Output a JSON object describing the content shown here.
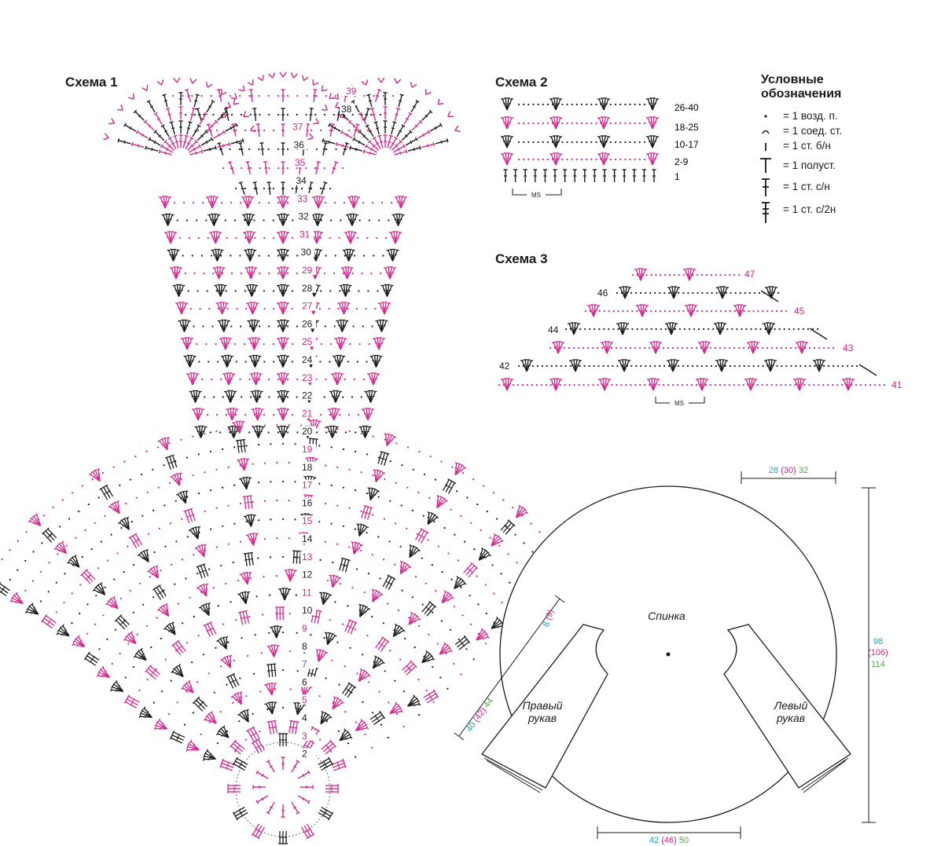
{
  "colors": {
    "ink": "#1a1a1a",
    "magenta": "#d6268f",
    "cyan": "#1aa3c8",
    "green": "#56a83d"
  },
  "scheme1": {
    "title": "Схема 1",
    "black_rows": [
      "38",
      "36",
      "34",
      "32",
      "30",
      "28",
      "26",
      "24",
      "22",
      "20",
      "18",
      "16",
      "14",
      "12",
      "10",
      "8",
      "6",
      "4",
      "2"
    ],
    "magenta_rows": [
      "39",
      "37",
      "35",
      "33",
      "31",
      "29",
      "27",
      "25",
      "23",
      "21",
      "19",
      "17",
      "15",
      "13",
      "11",
      "9",
      "7",
      "5",
      "3"
    ]
  },
  "scheme2": {
    "title": "Схема 2",
    "rows": [
      {
        "label": "26-40",
        "color": "ink"
      },
      {
        "label": "18-25",
        "color": "magenta"
      },
      {
        "label": "10-17",
        "color": "ink"
      },
      {
        "label": "2-9",
        "color": "magenta"
      },
      {
        "label": "1",
        "color": "ink"
      }
    ],
    "repeat": "MS"
  },
  "scheme3": {
    "title": "Схема 3",
    "rows": [
      "47",
      "46",
      "45",
      "44",
      "43",
      "42",
      "41"
    ],
    "repeat": "MS"
  },
  "legend": {
    "title_line1": "Условные",
    "title_line2": "обозначения",
    "items": [
      {
        "icon": "chain-stitch-icon",
        "text": "= 1 возд. п."
      },
      {
        "icon": "slip-stitch-icon",
        "text": "= 1 соед. ст."
      },
      {
        "icon": "single-crochet-icon",
        "text": "= 1 ст. б/н"
      },
      {
        "icon": "half-double-crochet-icon",
        "text": "= 1 полуст."
      },
      {
        "icon": "double-crochet-icon",
        "text": "= 1 ст. с/н"
      },
      {
        "icon": "treble-crochet-icon",
        "text": "= 1 ст. с/2н"
      }
    ]
  },
  "pattern": {
    "back_label": "Спинка",
    "right_sleeve": [
      "Правый",
      "рукав"
    ],
    "left_sleeve": [
      "Левый",
      "рукав"
    ],
    "dim_top": {
      "a": "28",
      "b": "(30)",
      "c": "32"
    },
    "dim_bottom": {
      "a": "42",
      "b": "(46)",
      "c": "50"
    },
    "dim_right": {
      "a": "98",
      "b": "(106)",
      "c": "114"
    },
    "dim_sleeve": {
      "a": "40",
      "b": "(42)",
      "c": "44"
    },
    "dim_cuff": {
      "a": "8",
      "b": "(9)"
    }
  }
}
